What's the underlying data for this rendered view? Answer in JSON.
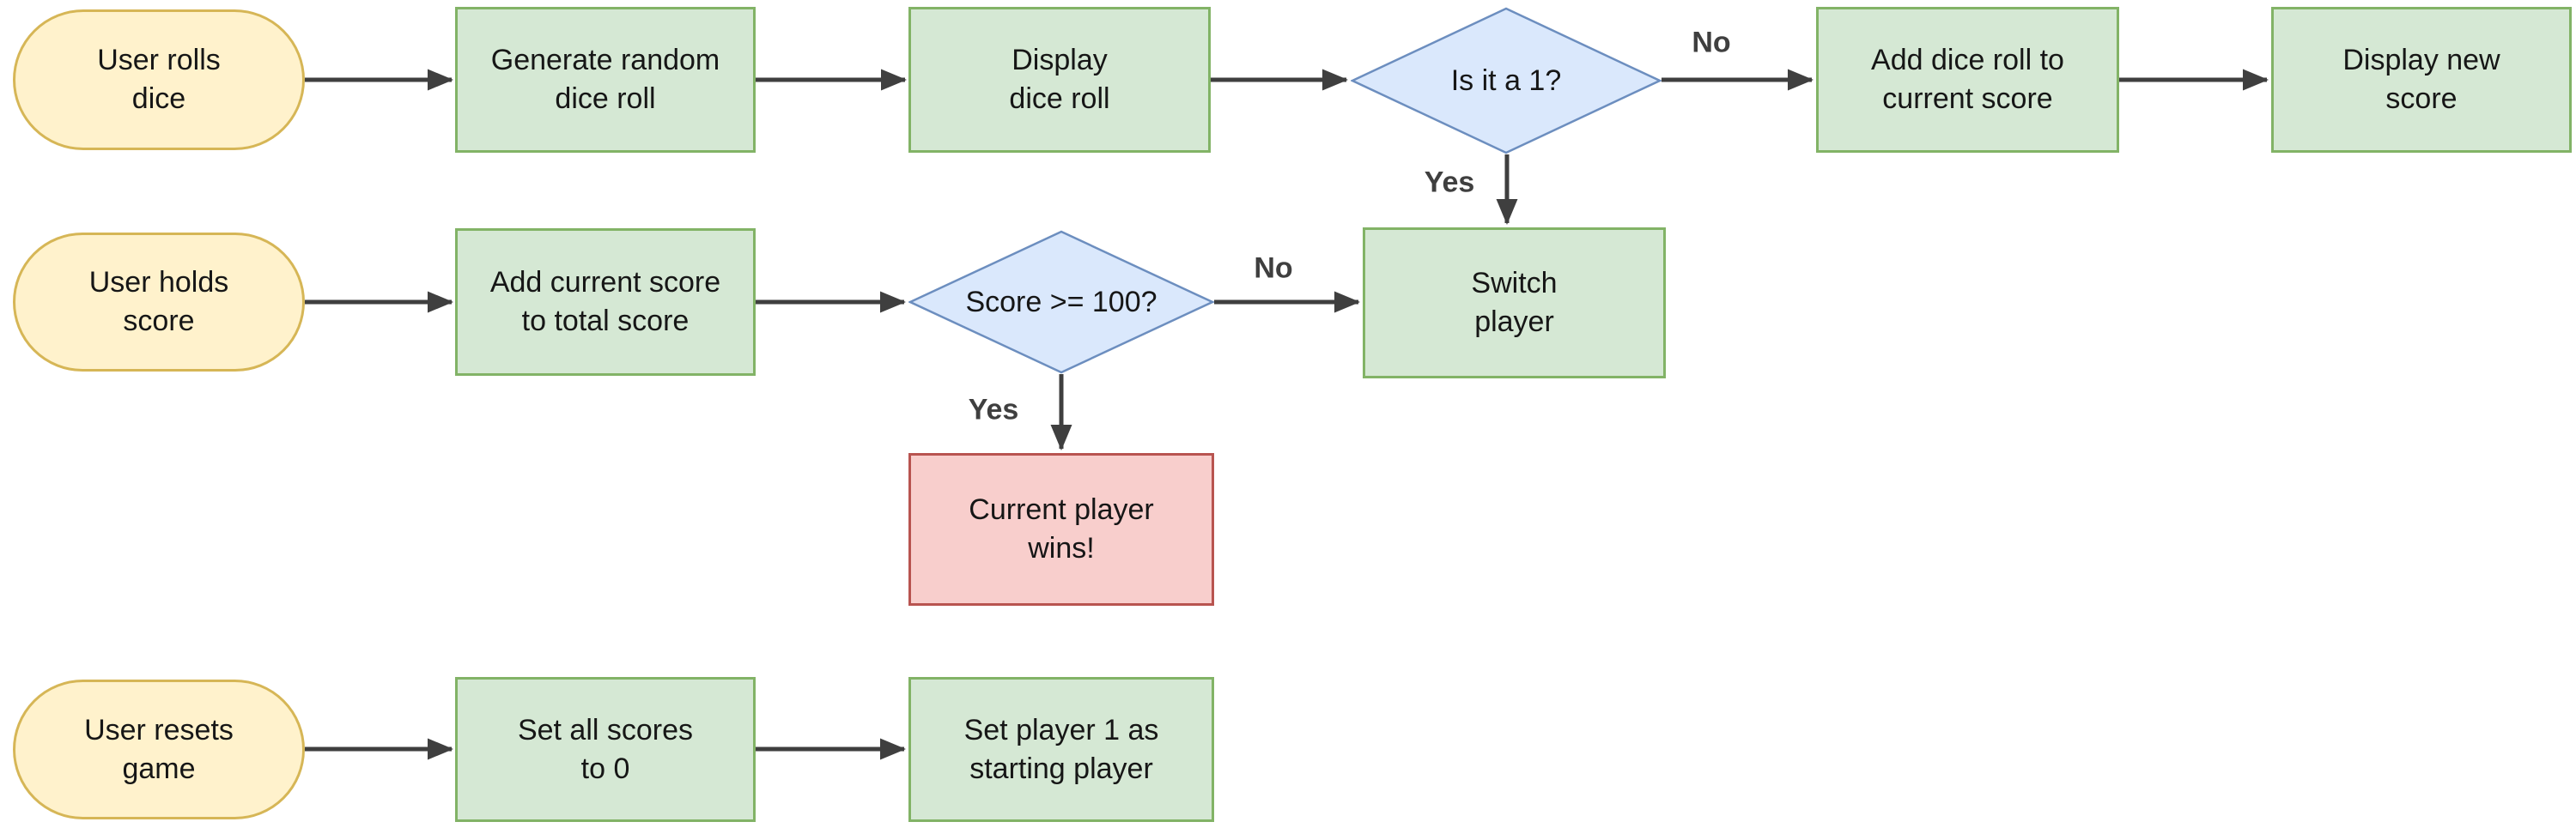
{
  "diagram": {
    "type": "flowchart",
    "background": "#FFFFFF",
    "colors": {
      "event_fill": "#FFF2CC",
      "event_border": "#D6B656",
      "process_fill": "#D5E8D4",
      "process_border": "#82B366",
      "decision_fill": "#DAE8FC",
      "decision_border": "#6C8EBF",
      "outcome_fill": "#F8CECC",
      "outcome_border": "#B85450",
      "arrow": "#3F3F3F",
      "text": "#161616"
    },
    "nodes": {
      "user_rolls_dice": {
        "type": "event",
        "label": "User rolls\ndice"
      },
      "generate_random_roll": {
        "type": "process",
        "label": "Generate random\ndice roll"
      },
      "display_dice_roll": {
        "type": "process",
        "label": "Display\ndice roll"
      },
      "is_it_a_1": {
        "type": "decision",
        "label": "Is it a 1?"
      },
      "add_dice_roll": {
        "type": "process",
        "label": "Add dice roll to\ncurrent score"
      },
      "display_new_score": {
        "type": "process",
        "label": "Display new\nscore"
      },
      "user_holds_score": {
        "type": "event",
        "label": "User holds\nscore"
      },
      "add_current_score": {
        "type": "process",
        "label": "Add current score\nto total score"
      },
      "score_gte_100": {
        "type": "decision",
        "label": "Score >= 100?"
      },
      "switch_player": {
        "type": "process",
        "label": "Switch\nplayer"
      },
      "current_player_wins": {
        "type": "outcome",
        "label": "Current player\nwins!"
      },
      "user_resets_game": {
        "type": "event",
        "label": "User resets\ngame"
      },
      "set_all_scores_to_0": {
        "type": "process",
        "label": "Set all scores\nto 0"
      },
      "set_player_1_starting": {
        "type": "process",
        "label": "Set player 1 as\nstarting player"
      }
    },
    "edges": [
      {
        "from": "user_rolls_dice",
        "to": "generate_random_roll",
        "label": ""
      },
      {
        "from": "generate_random_roll",
        "to": "display_dice_roll",
        "label": ""
      },
      {
        "from": "display_dice_roll",
        "to": "is_it_a_1",
        "label": ""
      },
      {
        "from": "is_it_a_1",
        "to": "add_dice_roll",
        "label": "No"
      },
      {
        "from": "add_dice_roll",
        "to": "display_new_score",
        "label": ""
      },
      {
        "from": "is_it_a_1",
        "to": "switch_player",
        "label": "Yes"
      },
      {
        "from": "user_holds_score",
        "to": "add_current_score",
        "label": ""
      },
      {
        "from": "add_current_score",
        "to": "score_gte_100",
        "label": ""
      },
      {
        "from": "score_gte_100",
        "to": "switch_player",
        "label": "No"
      },
      {
        "from": "score_gte_100",
        "to": "current_player_wins",
        "label": "Yes"
      },
      {
        "from": "user_resets_game",
        "to": "set_all_scores_to_0",
        "label": ""
      },
      {
        "from": "set_all_scores_to_0",
        "to": "set_player_1_starting",
        "label": ""
      }
    ]
  }
}
